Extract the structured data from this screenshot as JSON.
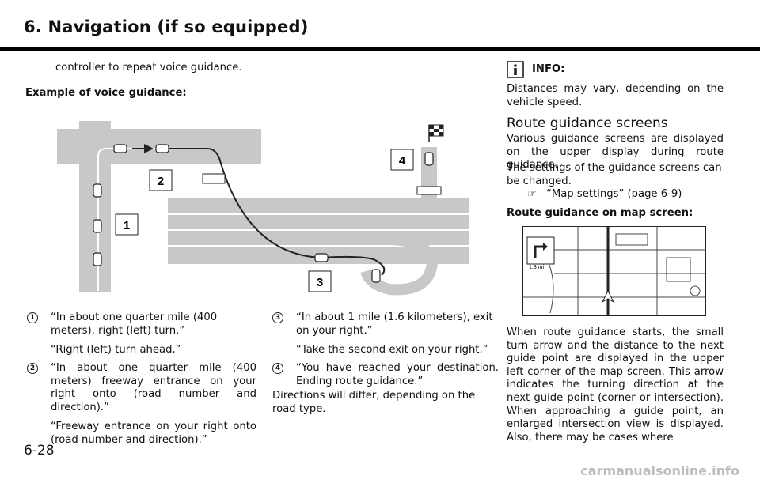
{
  "header": {
    "title": "6. Navigation (if so equipped)"
  },
  "left": {
    "intro_line": "controller to repeat voice guidance.",
    "example_heading": "Example of voice guidance:",
    "diagram_labels": [
      "1",
      "2",
      "3",
      "4"
    ],
    "items": [
      {
        "num": "1",
        "lines": [
          "“In about one quarter mile (400 meters), right (left) turn.”",
          "“Right (left) turn ahead.”"
        ]
      },
      {
        "num": "2",
        "lines": [
          "“In about one quarter mile (400 meters) freeway entrance on your right onto (road number and direction).”",
          "“Freeway entrance on your right onto (road number and direction).”"
        ]
      }
    ]
  },
  "middle": {
    "items": [
      {
        "num": "3",
        "lines": [
          "“In about 1 mile (1.6 kilometers), exit on your right.”",
          "“Take the second exit on your right.”"
        ]
      },
      {
        "num": "4",
        "lines": [
          "“You have reached your destination. Ending route guidance.”"
        ]
      }
    ],
    "closing": "Directions will differ, depending on the road type."
  },
  "right": {
    "info_label": "INFO:",
    "info_text": "Distances may vary, depending on the vehicle speed.",
    "section_title": "Route guidance screens",
    "para1": "Various guidance screens are displayed on the upper display during route guidance.",
    "para2": "The settings of the guidance screens can be changed.",
    "ref": "“Map settings” (page 6-9)",
    "map_heading": "Route guidance on map screen:",
    "map_distance": "1.3 mi",
    "para3": "When route guidance starts, the small turn arrow and the distance to the next guide point are displayed in the upper left corner of the map screen. This arrow indicates the turning direction at the next guide point (corner or intersection). When approaching a guide point, an enlarged intersection view is displayed. Also, there may be cases where"
  },
  "footer": {
    "page_number": "6-28",
    "watermark": "carmanualsonline.info"
  }
}
